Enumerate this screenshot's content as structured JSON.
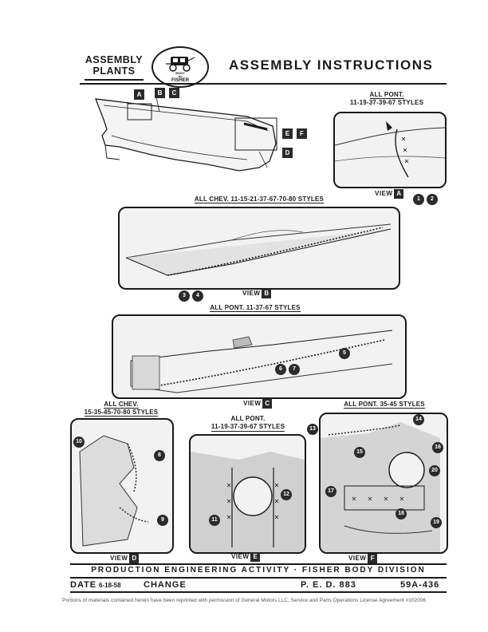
{
  "header": {
    "left_label_line1": "ASSEMBLY",
    "left_label_line2": "PLANTS",
    "logo_top": "BODY",
    "logo_by": "by",
    "logo_bottom": "FISHER",
    "title": "ASSEMBLY INSTRUCTIONS"
  },
  "overview": {
    "tags": [
      "A",
      "B",
      "C",
      "D",
      "E",
      "F"
    ]
  },
  "views": [
    {
      "id": "A",
      "caption_line1": "ALL PONT.",
      "caption_line2": "11-19-37-39-67 STYLES",
      "view_word": "VIEW",
      "letter": "A",
      "callouts": [
        "1",
        "2"
      ]
    },
    {
      "id": "B",
      "caption_line1": "ALL CHEV. 11-15-21-37-67-70-80 STYLES",
      "view_word": "VIEW",
      "letter": "B",
      "callouts": [
        "3",
        "4"
      ]
    },
    {
      "id": "C",
      "caption_line1": "ALL PONT. 11-37-67 STYLES",
      "view_word": "VIEW",
      "letter": "C",
      "callouts": [
        "5",
        "6",
        "7"
      ]
    },
    {
      "id": "D",
      "caption_line1": "ALL CHEV.",
      "caption_line2": "15-35-45-70-80 STYLES",
      "view_word": "VIEW",
      "letter": "D",
      "callouts": [
        "8",
        "9",
        "10"
      ]
    },
    {
      "id": "E",
      "caption_line1": "ALL PONT.",
      "caption_line2": "11-19-37-39-67 STYLES",
      "view_word": "VIEW",
      "letter": "E",
      "callouts": [
        "11",
        "12"
      ]
    },
    {
      "id": "F",
      "caption_line1": "ALL PONT. 35-45 STYLES",
      "view_word": "VIEW",
      "letter": "F",
      "callouts": [
        "13",
        "14",
        "15",
        "16",
        "17",
        "18",
        "19",
        "20"
      ]
    }
  ],
  "footer": {
    "division_line": "PRODUCTION ENGINEERING ACTIVITY · FISHER BODY DIVISION",
    "date_label": "DATE",
    "date_value": "6-18-58",
    "change_label": "CHANGE",
    "ped": "P. E. D. 883",
    "doc_number": "59A-436"
  },
  "permission_note": "Portions of materials contained herein have been reprinted with permission of General Motors LLC, Service and Parts Operations License Agreement #102006",
  "colors": {
    "ink": "#1a1a1a",
    "panel_fill": "#f2f2f2",
    "tag_fill": "#2a2a2a"
  }
}
